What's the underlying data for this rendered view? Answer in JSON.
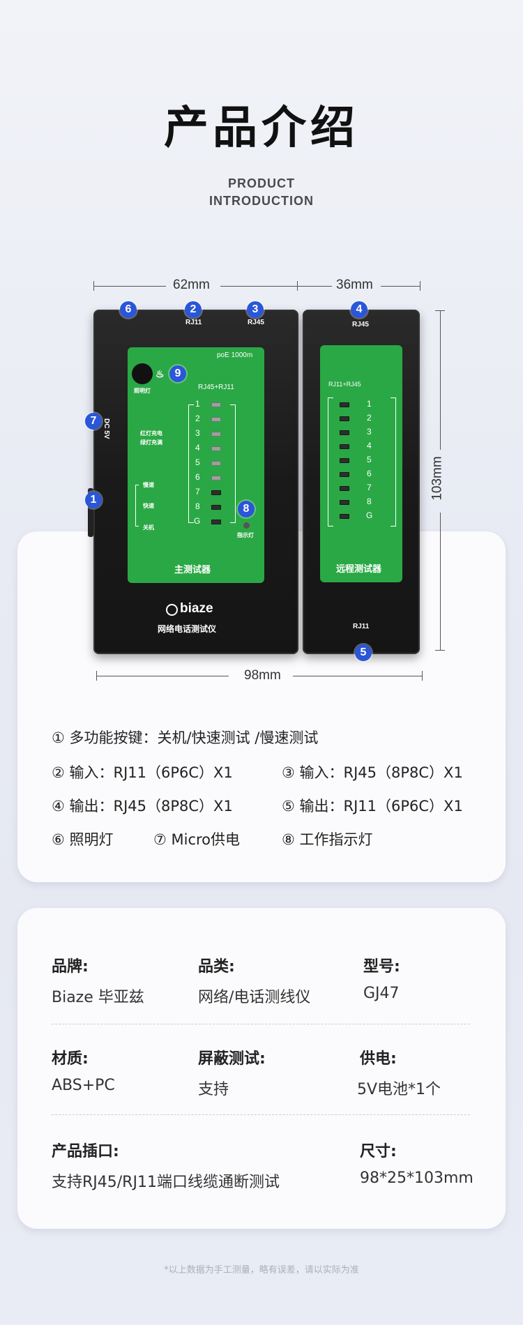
{
  "header": {
    "title": "产品介绍",
    "subtitle_line1": "PRODUCT",
    "subtitle_line2": "INTRODUCTION"
  },
  "dimensions": {
    "main_width": "62mm",
    "remote_width": "36mm",
    "total_width": "98mm",
    "height": "103mm"
  },
  "main_unit": {
    "port_rj11": "RJ11",
    "port_rj45": "RJ45",
    "dc_label": "DC 5V",
    "poe": "poE 1000m",
    "light_label": "照明灯",
    "mode_label": "RJ45+RJ11",
    "charge_note_1": "红灯充电",
    "charge_note_2": "绿灯充满",
    "speed_slow": "慢速",
    "speed_fast": "快速",
    "power_off": "关机",
    "pins": [
      "1",
      "2",
      "3",
      "4",
      "5",
      "6",
      "7",
      "8",
      "G"
    ],
    "indicator_label": "指示灯",
    "screen_name": "主测试器",
    "brand": "biaze",
    "product_name": "网络电话测试仪"
  },
  "remote_unit": {
    "port_rj45": "RJ45",
    "mode_label": "RJ11+RJ45",
    "pins": [
      "1",
      "2",
      "3",
      "4",
      "5",
      "6",
      "7",
      "8",
      "G"
    ],
    "screen_name": "远程测试器",
    "port_rj11": "RJ11"
  },
  "badges": [
    "1",
    "2",
    "3",
    "4",
    "5",
    "6",
    "7",
    "8",
    "9"
  ],
  "features": {
    "f1": "① 多功能按键：关机/快速测试 /慢速测试",
    "f2": "② 输入：RJ11（6P6C）X1",
    "f3": "③ 输入：RJ45（8P8C）X1",
    "f4": "④ 输出：RJ45（8P8C）X1",
    "f5": "⑤ 输出：RJ11（6P6C）X1",
    "f6": "⑥ 照明灯",
    "f7": "⑦ Micro供电",
    "f8": "⑧ 工作指示灯"
  },
  "specs": {
    "brand_label": "品牌:",
    "brand_value": "Biaze 毕亚兹",
    "category_label": "品类:",
    "category_value": "网络/电话测线仪",
    "model_label": "型号:",
    "model_value": "GJ47",
    "material_label": "材质:",
    "material_value": "ABS+PC",
    "shield_label": "屏蔽测试:",
    "shield_value": "支持",
    "power_label": "供电:",
    "power_value": "5V电池*1个",
    "ports_label": "产品插口:",
    "ports_value": "支持RJ45/RJ11端口线缆通断测试",
    "size_label": "尺寸:",
    "size_value": "98*25*103mm"
  },
  "footer": "*以上数据为手工测量，略有误差，请以实际为准",
  "colors": {
    "screen_green": "#2aa845",
    "badge_blue": "#2a56d8",
    "device_black": "#1a1a1a"
  }
}
